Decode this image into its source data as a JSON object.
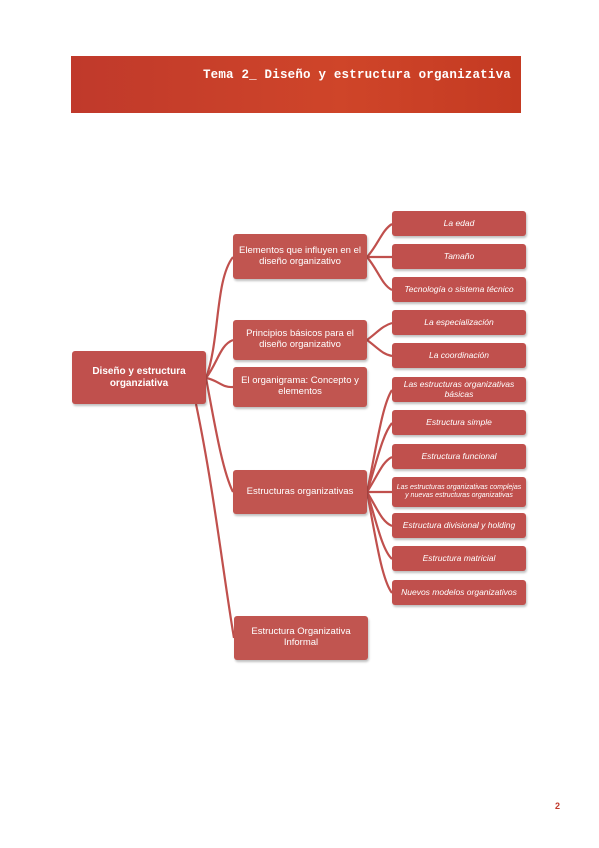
{
  "header": {
    "title": "Tema 2_ Diseño y estructura organizativa"
  },
  "diagram": {
    "root": "Diseño y estructura organziativa",
    "sections": [
      {
        "label": "Elementos que influyen en el diseño organizativo",
        "children": [
          "La edad",
          "Tamaño",
          "Tecnología o sistema técnico"
        ]
      },
      {
        "label": "Principios básicos para el diseño organizativo",
        "children": [
          "La especialización",
          "La coordinación"
        ]
      },
      {
        "label": "El organigrama: Concepto y elementos",
        "children": []
      },
      {
        "label": "Estructuras organizativas",
        "children": [
          "Las estructuras organizativas básicas",
          "Estructura simple",
          "Estructura funcional",
          "Las estructuras organizativas complejas y nuevas estructuras organizativas",
          "Estructura divisional y holding",
          "Estructura matricial",
          "Nuevos modelos organizativos"
        ]
      },
      {
        "label": "Estructura Organizativa Informal",
        "children": []
      }
    ]
  },
  "footer": {
    "page_number": "2"
  },
  "colors": {
    "banner": "#c0392b",
    "node": "#c0504d",
    "line": "#c0504d"
  }
}
